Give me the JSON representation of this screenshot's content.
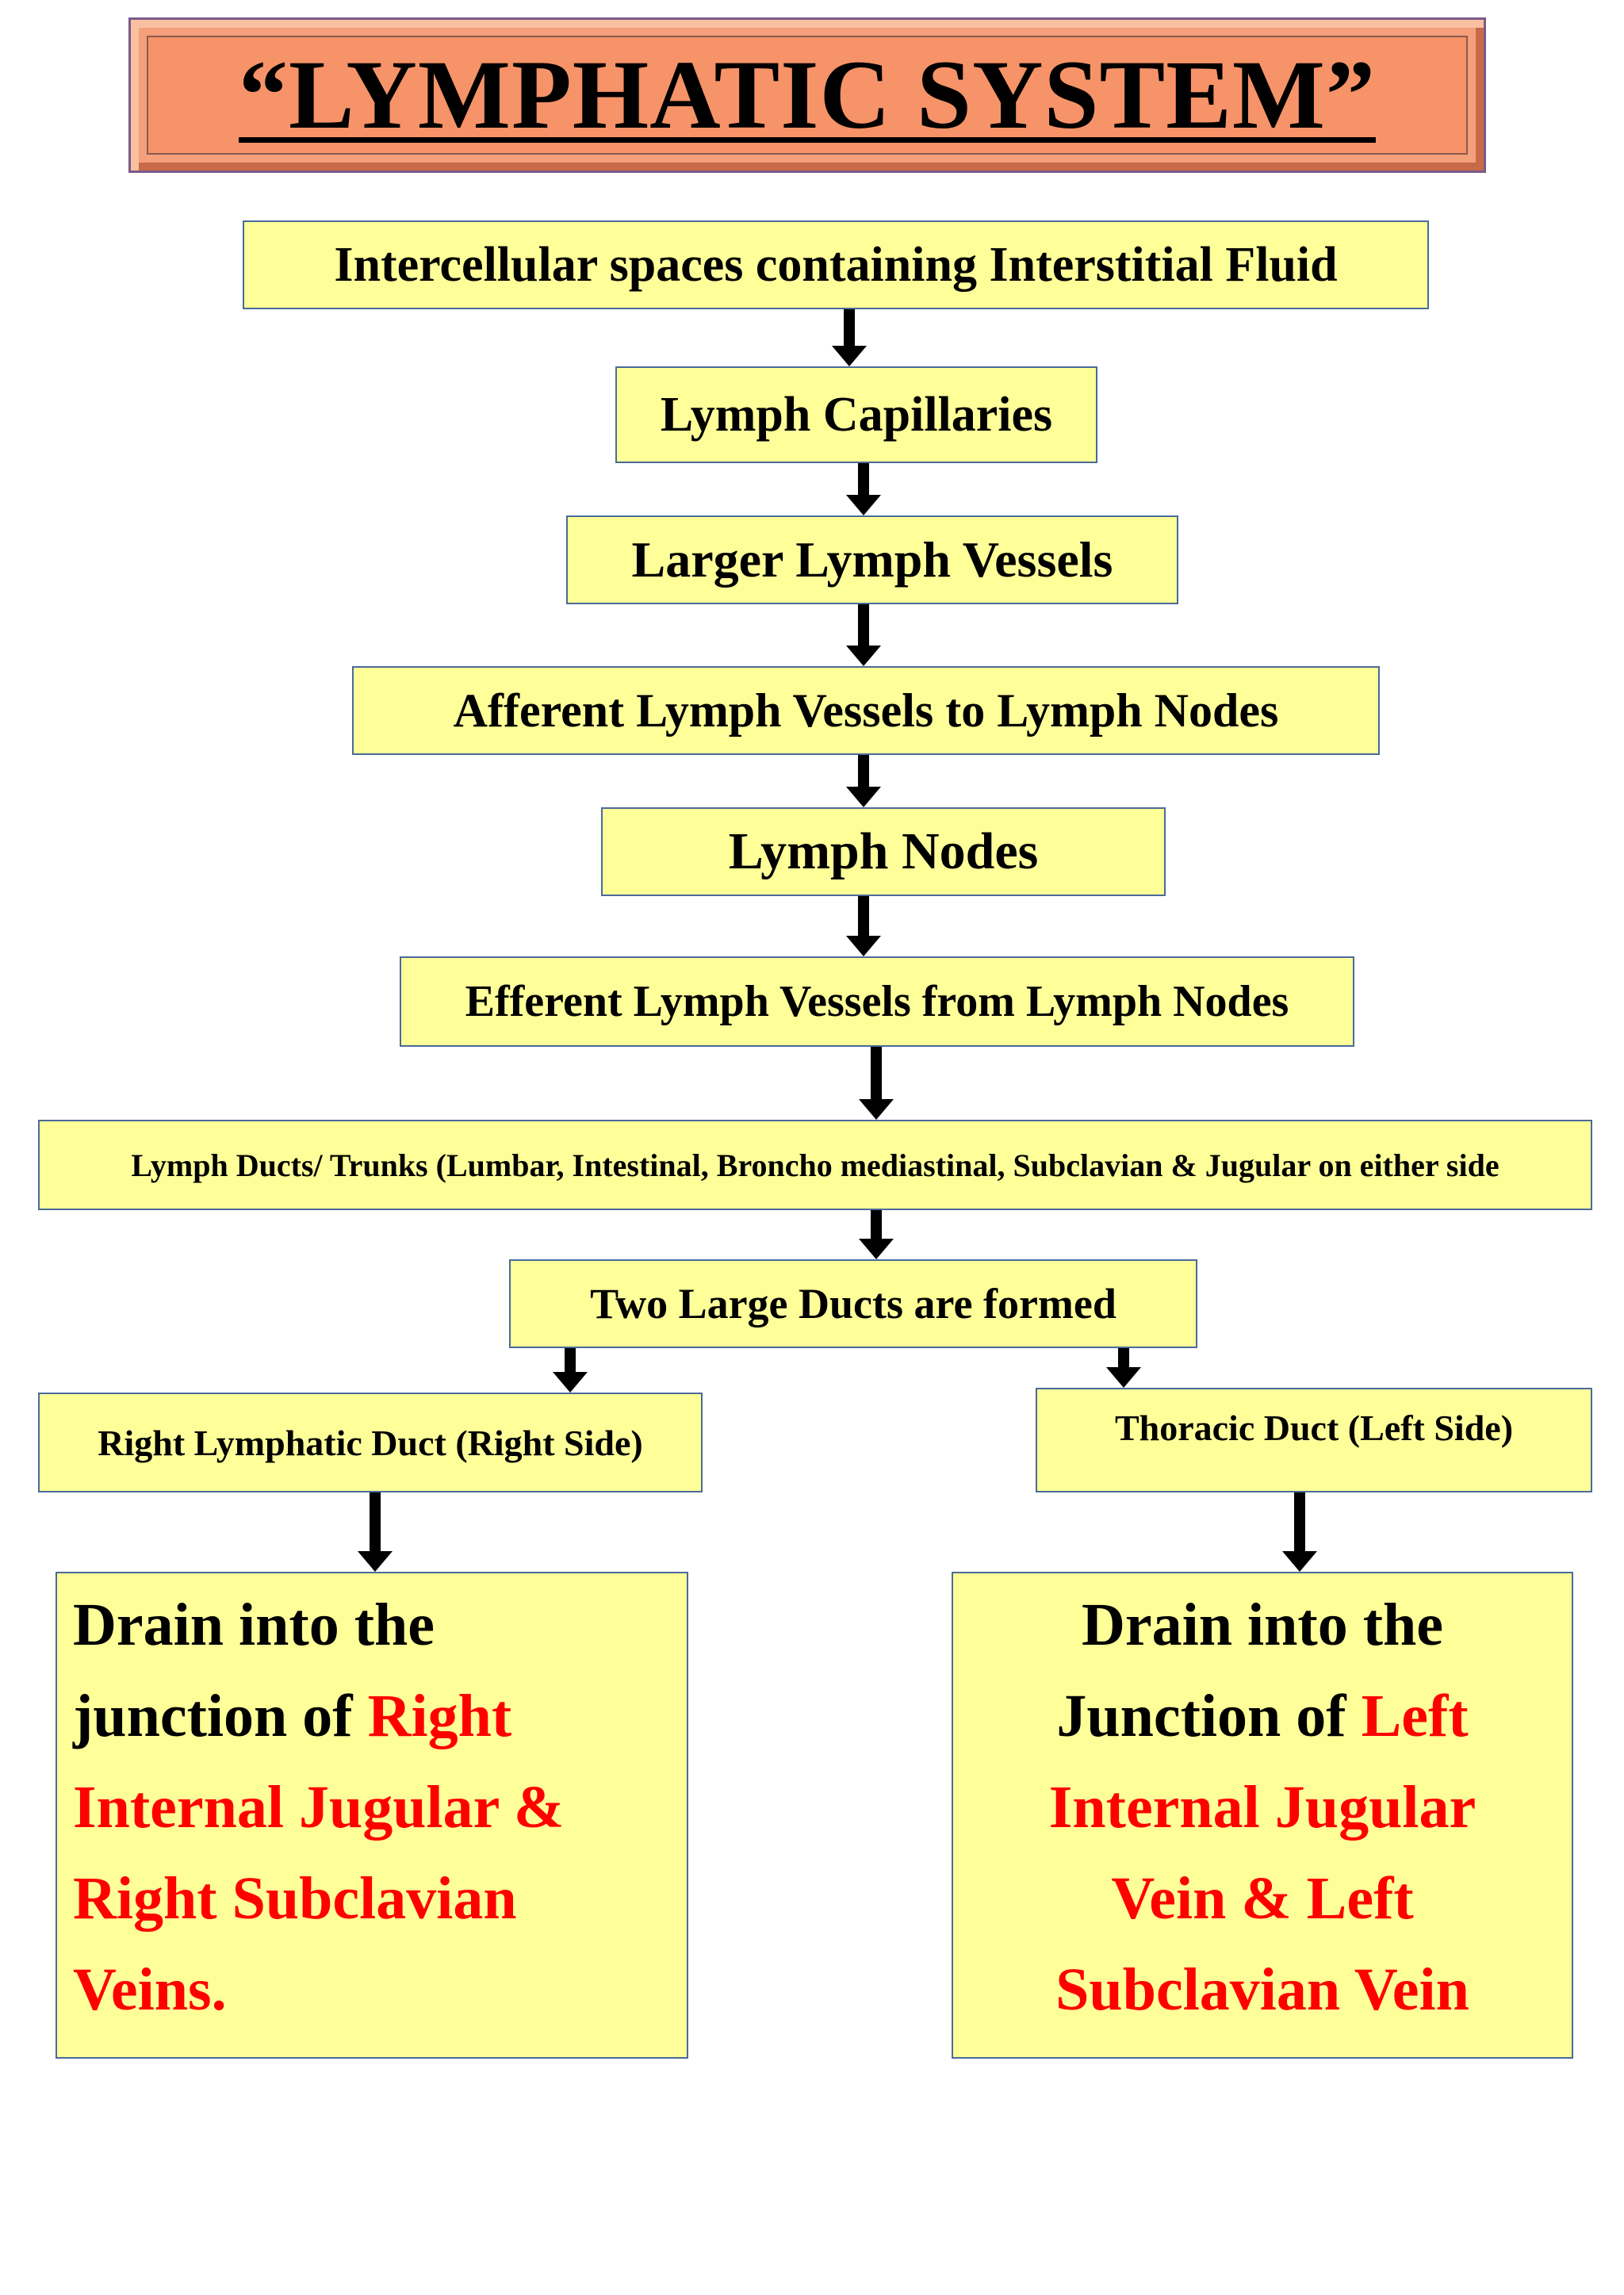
{
  "title": "“LYMPHATIC SYSTEM”",
  "flow": {
    "step1": "Intercellular  spaces containing Interstitial  Fluid",
    "step2": "Lymph  Capillaries",
    "step3": "Larger Lymph  Vessels",
    "step4": "Afferent Lymph Vessels to Lymph Nodes",
    "step5": "Lymph  Nodes",
    "step6": "Efferent Lymph Vessels from Lymph Nodes",
    "step7": "Lymph Ducts/ Trunks (Lumbar, Intestinal, Broncho mediastinal, Subclavian & Jugular on either side",
    "step8": "Two Large Ducts are formed"
  },
  "right_branch": {
    "duct": "Right Lymphatic Duct (Right Side)",
    "drain_l1": "Drain into the",
    "drain_l2a": "junction of ",
    "drain_l2b": "Right",
    "drain_l3": "Internal Jugular &",
    "drain_l4": "Right Subclavian",
    "drain_l5": "Veins."
  },
  "left_branch": {
    "duct": "Thoracic  Duct (Left Side)",
    "drain_l1": "Drain into the",
    "drain_l2a": "Junction of ",
    "drain_l2b": "Left",
    "drain_l3": "Internal Jugular",
    "drain_l4": "Vein & Left",
    "drain_l5": "Subclavian Vein"
  },
  "colors": {
    "box_fill": "#ffff99",
    "box_border": "#4a6a9a",
    "title_fill": "#f79368",
    "highlight": "#ff0000"
  }
}
